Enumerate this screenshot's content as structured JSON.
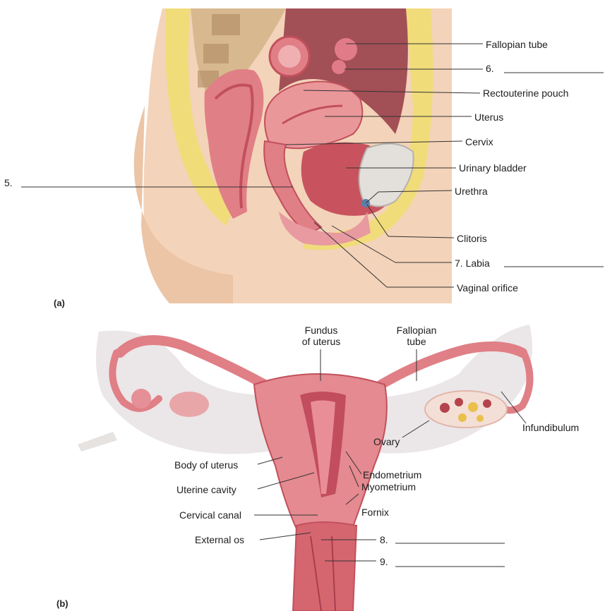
{
  "panel_a": {
    "letter": "(a)",
    "labels": {
      "fallopian_tube": "Fallopian tube",
      "blank_6": "6.",
      "rectouterine_pouch": "Rectouterine pouch",
      "uterus": "Uterus",
      "cervix": "Cervix",
      "urinary_bladder": "Urinary bladder",
      "blank_5": "5.",
      "urethra": "Urethra",
      "clitoris": "Clitoris",
      "blank_7": "7. Labia",
      "vaginal_orifice": "Vaginal orifice"
    }
  },
  "panel_b": {
    "letter": "(b)",
    "labels": {
      "fundus_of_uterus": "Fundus\nof uterus",
      "fallopian_tube": "Fallopian\ntube",
      "infundibulum": "Infundibulum",
      "ovary": "Ovary",
      "body_of_uterus": "Body of uterus",
      "endometrium": "Endometrium",
      "uterine_cavity": "Uterine cavity",
      "myometrium": "Myometrium",
      "cervical_canal": "Cervical canal",
      "fornix": "Fornix",
      "external_os": "External os",
      "blank_8": "8.",
      "blank_9": "9."
    }
  },
  "colors": {
    "skin": "#f3d3b9",
    "fat_yellow": "#f1dc7a",
    "tissue_pink": "#e07f86",
    "tissue_dark": "#c2505c",
    "membrane": "#e8e4e6",
    "line": "#333333"
  }
}
